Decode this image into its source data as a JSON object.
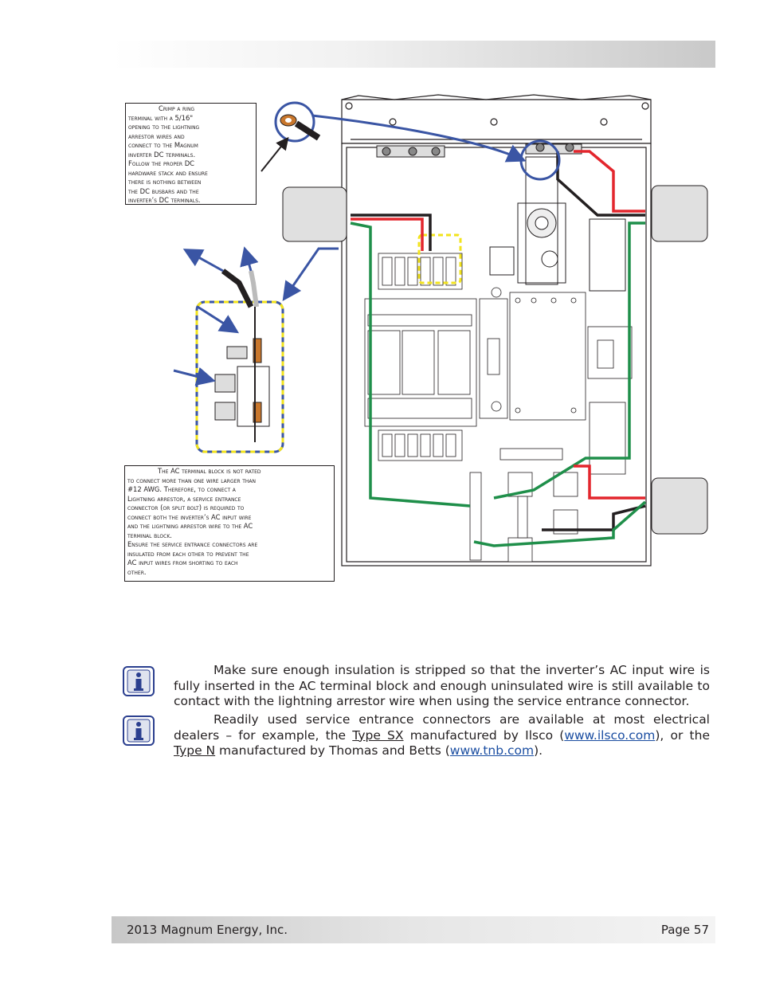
{
  "callouts": {
    "ring_terminal": [
      "Crimp a ring",
      "terminal with a 5/16\"",
      "opening to the lightning",
      "arrestor wires and",
      "connect to the Magnum",
      "inverter DC terminals.",
      "Follow the proper DC",
      "hardware stack and ensure",
      "there is nothing between",
      "the DC busbars and the",
      "inverter’s DC terminals."
    ],
    "ac_terminal": [
      "The AC terminal block is not rated",
      "to connect more than one wire larger than",
      "#12 AWG. Therefore, to connect a",
      "Lightning arrestor, a service entrance",
      "connector (or split bolt) is required to",
      "connect both the inverter’s AC input wire",
      "and the lightning arrestor wire to the AC",
      "terminal block.",
      "Ensure the service entrance connectors are",
      "insulated from each other to prevent the",
      "AC input wires from shorting to each",
      "other."
    ]
  },
  "notes": {
    "note1": "Make sure enough insulation is stripped so that the inverter’s AC input wire is fully inserted in the AC terminal block and enough uninsulated wire is still available to contact with the lightning arrestor wire when using the service entrance connector.",
    "note2": {
      "part1": "Readily used service entrance connectors are available at most electrical dealers – for example, the ",
      "type_sx": "Type SX",
      "part2": " manufactured by Ilsco (",
      "ilsco_link": "www.ilsco.com",
      "part3": "), or the ",
      "type_n": "Type N",
      "part4": " manufactured by Thomas and Betts (",
      "tnb_link": "www.tnb.com",
      "part5": ")."
    }
  },
  "footer": {
    "left": "2013 Magnum Energy, Inc.",
    "right": "Page 57"
  },
  "colors": {
    "wire_red": "#e3262d",
    "wire_green": "#1f8f4a",
    "wire_black": "#231f20",
    "arrow_blue": "#3a55a4",
    "highlight_yellow": "#f2e31b",
    "lug_copper": "#c9772c",
    "info_icon_blue": "#2b3f8f"
  },
  "icons": [
    "info-icon",
    "info-icon"
  ]
}
